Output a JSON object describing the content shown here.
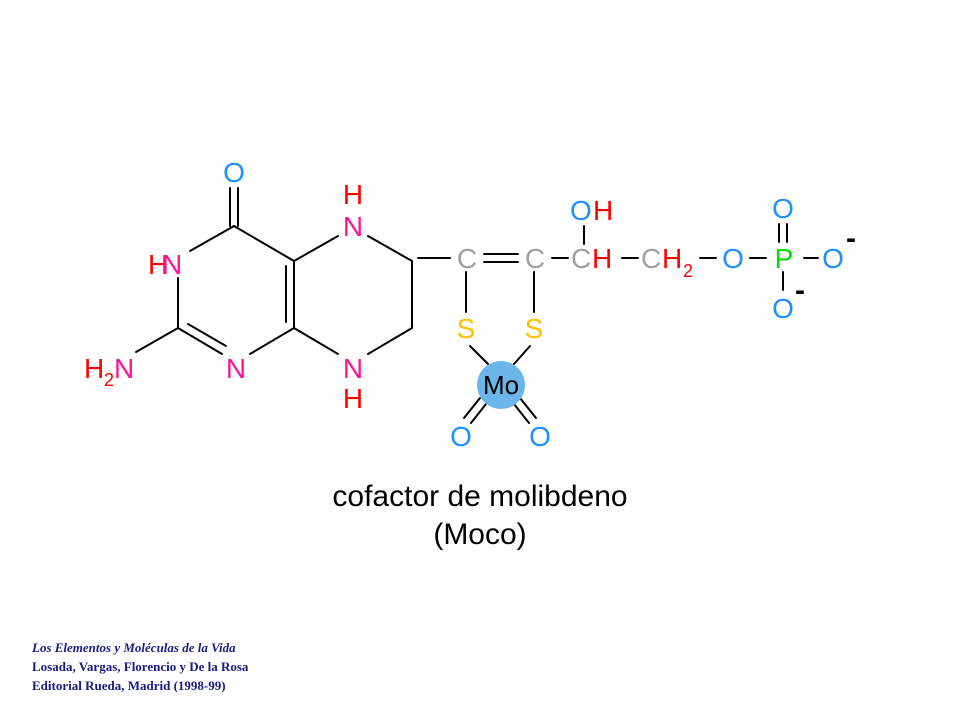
{
  "molecule": {
    "atoms": {
      "O_carbonyl": "O",
      "HN_H": "H",
      "HN_N": "N",
      "H2N_H": "H",
      "H2N_2": "2",
      "H2N_N": "N",
      "N_ring": "N",
      "NH_top_H": "H",
      "NH_top_N": "N",
      "NH_bot_N": "N",
      "NH_bot_H": "H",
      "C1": "C",
      "C2": "C",
      "CH_C": "C",
      "CH_H": "H",
      "OH_O": "O",
      "OH_H": "H",
      "CH2_C": "C",
      "CH2_H": "H",
      "CH2_2": "2",
      "O_ester": "O",
      "P": "P",
      "O_p_top": "O",
      "O_p_right": "O",
      "O_p_right_charge": "-",
      "O_p_bottom": "O",
      "O_p_bottom_charge": "-",
      "S1": "S",
      "S2": "S",
      "Mo": "Mo",
      "O_mo_left": "O",
      "O_mo_right": "O"
    },
    "colors": {
      "oxygen": "#1e90ff",
      "nitrogen": "#ff1493",
      "hydrogen": "#ff0000",
      "carbon": "#a0a0a0",
      "sulfur": "#ffc000",
      "phosphorus": "#00dd00",
      "molybdenum_fill": "#6cb6ea",
      "bond": "#000000"
    }
  },
  "caption": {
    "line1": "cofactor de molibdeno",
    "line2": "(Moco)"
  },
  "reference": {
    "title": "Los Elementos y Moléculas de la Vida",
    "authors": "Losada, Vargas, Florencio y De la Rosa",
    "publisher": "Editorial Rueda, Madrid (1998-99)"
  }
}
